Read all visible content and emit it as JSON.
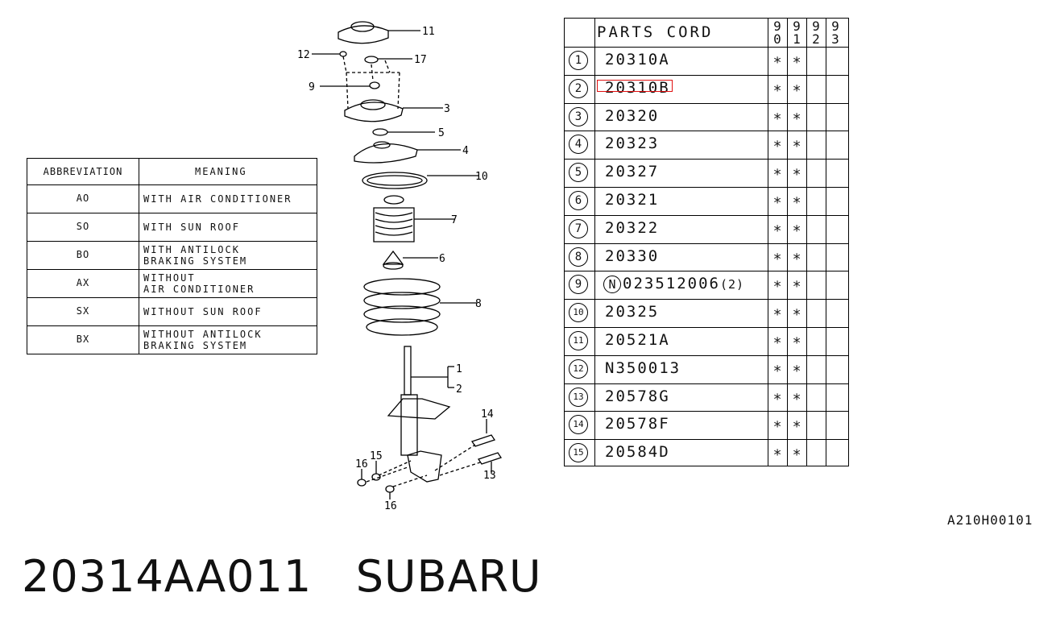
{
  "abbreviation_table": {
    "headers": {
      "code": "ABBREVIATION",
      "meaning": "MEANING"
    },
    "rows": [
      {
        "code": "AO",
        "meaning": [
          "WITH AIR CONDITIONER"
        ]
      },
      {
        "code": "SO",
        "meaning": [
          "WITH SUN ROOF"
        ]
      },
      {
        "code": "BO",
        "meaning": [
          "WITH ANTILOCK",
          "BRAKING SYSTEM"
        ]
      },
      {
        "code": "AX",
        "meaning": [
          "WITHOUT",
          "AIR CONDITIONER"
        ]
      },
      {
        "code": "SX",
        "meaning": [
          "WITHOUT SUN ROOF"
        ]
      },
      {
        "code": "BX",
        "meaning": [
          "WITHOUT ANTILOCK",
          "BRAKING SYSTEM"
        ]
      }
    ]
  },
  "parts_table": {
    "header": "PARTS CORD",
    "years": [
      [
        "9",
        "0"
      ],
      [
        "9",
        "1"
      ],
      [
        "9",
        "2"
      ],
      [
        "9",
        "3"
      ]
    ],
    "mark": "∗",
    "rows": [
      {
        "num": "1",
        "code": "20310A",
        "marks": [
          true,
          true,
          false,
          false
        ]
      },
      {
        "num": "2",
        "code": "20310B",
        "marks": [
          true,
          true,
          false,
          false
        ]
      },
      {
        "num": "3",
        "code": "20320",
        "marks": [
          true,
          true,
          false,
          false
        ]
      },
      {
        "num": "4",
        "code": "20323",
        "marks": [
          true,
          true,
          false,
          false
        ]
      },
      {
        "num": "5",
        "code": "20327",
        "marks": [
          true,
          true,
          false,
          false
        ]
      },
      {
        "num": "6",
        "code": "20321",
        "marks": [
          true,
          true,
          false,
          false
        ]
      },
      {
        "num": "7",
        "code": "20322",
        "marks": [
          true,
          true,
          false,
          false
        ]
      },
      {
        "num": "8",
        "code": "20330",
        "marks": [
          true,
          true,
          false,
          false
        ]
      },
      {
        "num": "9",
        "prefix": "N",
        "code": "023512006",
        "qty": "(2)",
        "marks": [
          true,
          true,
          false,
          false
        ]
      },
      {
        "num": "10",
        "code": "20325",
        "marks": [
          true,
          true,
          false,
          false
        ]
      },
      {
        "num": "11",
        "code": "20521A",
        "marks": [
          true,
          true,
          false,
          false
        ]
      },
      {
        "num": "12",
        "code": "N350013",
        "marks": [
          true,
          true,
          false,
          false
        ]
      },
      {
        "num": "13",
        "code": "20578G",
        "marks": [
          true,
          true,
          false,
          false
        ]
      },
      {
        "num": "14",
        "code": "20578F",
        "marks": [
          true,
          true,
          false,
          false
        ]
      },
      {
        "num": "15",
        "code": "20584D",
        "marks": [
          true,
          true,
          false,
          false
        ]
      }
    ],
    "highlighted_row": 2,
    "highlight_color": "#e01010"
  },
  "diagram_callouts": [
    "11",
    "12",
    "17",
    "9",
    "3",
    "5",
    "4",
    "10",
    "7",
    "6",
    "8",
    "1",
    "2",
    "14",
    "15",
    "16",
    "13",
    "16"
  ],
  "reference_code": "A210H00101",
  "part_title": {
    "number": "20314AA011",
    "brand": "SUBARU"
  }
}
